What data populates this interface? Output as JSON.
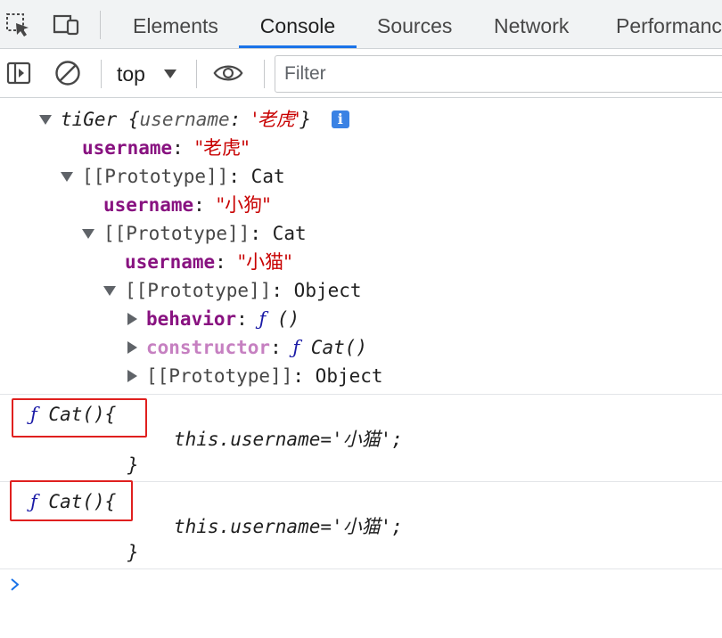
{
  "tabs": [
    "Elements",
    "Console",
    "Sources",
    "Network",
    "Performanc"
  ],
  "active_tab": "Console",
  "toolbar": {
    "context": "top",
    "filter_placeholder": "Filter"
  },
  "tree": {
    "root_name": "tiGer",
    "root_preview_open": "{",
    "root_preview_key": "username",
    "root_preview_colon": ": ",
    "root_preview_value": "'老虎'",
    "root_preview_close": "}",
    "info_badge": "i",
    "l1_key": "username",
    "l1_value": "\"老虎\"",
    "proto1_key": "[[Prototype]]",
    "proto1_value": "Cat",
    "l2_key": "username",
    "l2_value": "\"小狗\"",
    "proto2_key": "[[Prototype]]",
    "proto2_value": "Cat",
    "l3_key": "username",
    "l3_value": "\"小猫\"",
    "proto3_key": "[[Prototype]]",
    "proto3_value": "Object",
    "behavior_key": "behavior",
    "behavior_f": "ƒ",
    "behavior_value": " ()",
    "constructor_key": "constructor",
    "constructor_f": "ƒ",
    "constructor_value": " Cat()",
    "proto4_key": "[[Prototype]]",
    "proto4_value": "Object",
    "colon": ": "
  },
  "outputs": [
    {
      "f": "ƒ",
      "header": " Cat(){",
      "body": "this.username='小猫';",
      "close": "}"
    },
    {
      "f": "ƒ",
      "header": " Cat(){",
      "body": "this.username='小猫';",
      "close": "}"
    }
  ],
  "colors": {
    "accent": "#1a73e8",
    "key": "#881280",
    "string": "#c80000",
    "highlight_box": "#e0201f"
  }
}
